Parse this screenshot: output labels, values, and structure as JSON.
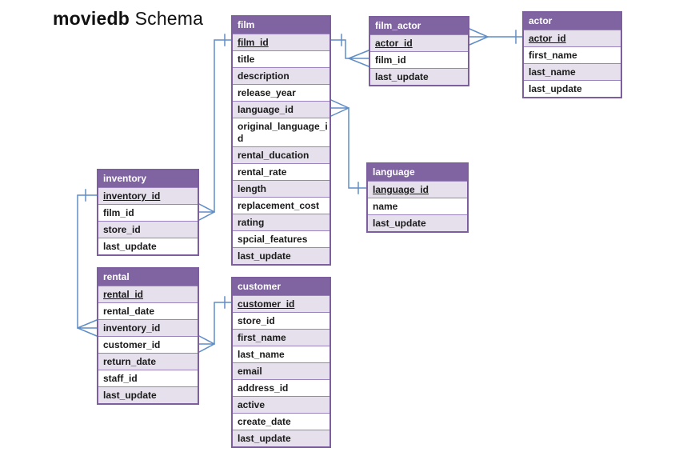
{
  "title": {
    "bold": "moviedb",
    "regular": "Schema"
  },
  "colors": {
    "header_bg": "#8064A2",
    "header_text": "#FFFFFF",
    "row_alt_bg": "#E6E0EC",
    "row_bg": "#FFFFFF",
    "outer_border": "#7D5FA0",
    "inner_border": "#9B84BE",
    "connector": "#5F8EC7",
    "title_text": "#111111"
  },
  "tables": {
    "film": {
      "name": "film",
      "fields": [
        {
          "label": "film_id",
          "pk": true
        },
        {
          "label": "title"
        },
        {
          "label": "description"
        },
        {
          "label": "release_year"
        },
        {
          "label": "language_id"
        },
        {
          "label": "original_language_id"
        },
        {
          "label": "rental_ducation"
        },
        {
          "label": "rental_rate"
        },
        {
          "label": "length"
        },
        {
          "label": "replacement_cost"
        },
        {
          "label": "rating"
        },
        {
          "label": "spcial_features"
        },
        {
          "label": "last_update"
        }
      ]
    },
    "film_actor": {
      "name": "film_actor",
      "fields": [
        {
          "label": "actor_id",
          "pk": true
        },
        {
          "label": "film_id"
        },
        {
          "label": "last_update"
        }
      ]
    },
    "actor": {
      "name": "actor",
      "fields": [
        {
          "label": "actor_id",
          "pk": true
        },
        {
          "label": "first_name"
        },
        {
          "label": "last_name"
        },
        {
          "label": "last_update"
        }
      ]
    },
    "inventory": {
      "name": "inventory",
      "fields": [
        {
          "label": "inventory_id",
          "pk": true
        },
        {
          "label": "film_id"
        },
        {
          "label": "store_id"
        },
        {
          "label": "last_update"
        }
      ]
    },
    "language": {
      "name": "language",
      "fields": [
        {
          "label": "language_id",
          "pk": true
        },
        {
          "label": "name"
        },
        {
          "label": "last_update"
        }
      ]
    },
    "rental": {
      "name": "rental",
      "fields": [
        {
          "label": "rental_id",
          "pk": true
        },
        {
          "label": "rental_date"
        },
        {
          "label": "inventory_id"
        },
        {
          "label": "customer_id"
        },
        {
          "label": "return_date"
        },
        {
          "label": "staff_id"
        },
        {
          "label": "last_update"
        }
      ]
    },
    "customer": {
      "name": "customer",
      "fields": [
        {
          "label": "customer_id",
          "pk": true
        },
        {
          "label": "store_id"
        },
        {
          "label": "first_name"
        },
        {
          "label": "last_name"
        },
        {
          "label": "email"
        },
        {
          "label": "address_id"
        },
        {
          "label": "active"
        },
        {
          "label": "create_date"
        },
        {
          "label": "last_update"
        }
      ]
    }
  },
  "relationships": [
    {
      "one": "film",
      "many": "film_actor",
      "via": "film_id"
    },
    {
      "one": "actor",
      "many": "film_actor",
      "via": "actor_id"
    },
    {
      "one": "language",
      "many": "film",
      "via": "language_id"
    },
    {
      "one": "film",
      "many": "inventory",
      "via": "film_id"
    },
    {
      "one": "inventory",
      "many": "rental",
      "via": "inventory_id"
    },
    {
      "one": "customer",
      "many": "rental",
      "via": "customer_id"
    }
  ]
}
